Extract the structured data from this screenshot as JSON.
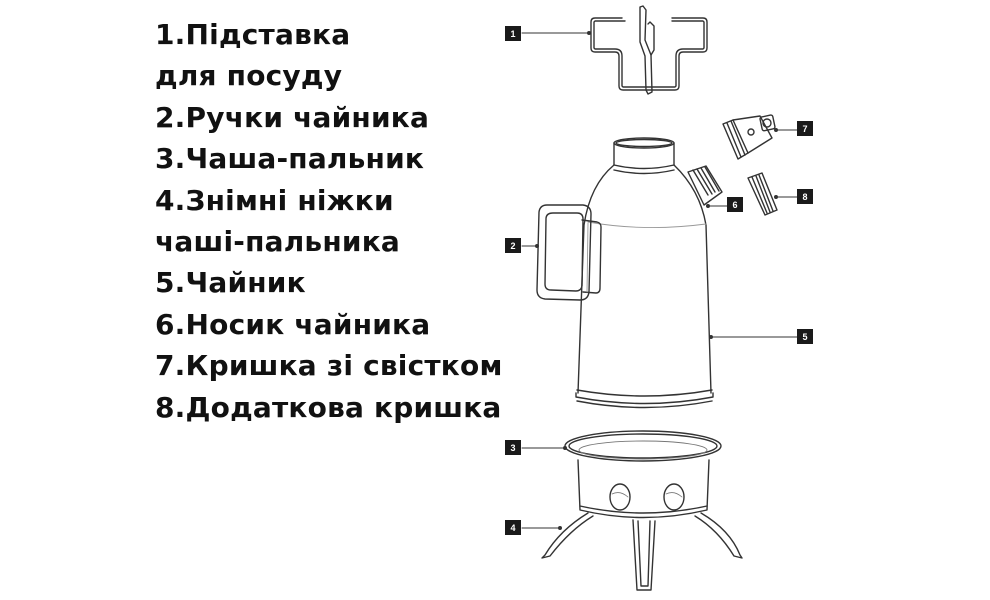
{
  "legend": {
    "items": [
      "1.Підставка",
      "для посуду",
      "2.Ручки чайника",
      "3.Чаша-пальник",
      "4.Знімні ніжки",
      "чаші-пальника",
      "5.Чайник",
      "6.Носик чайника",
      "7.Кришка зі свістком",
      "8.Додаткова кришка"
    ]
  },
  "callouts": [
    {
      "number": "1",
      "part": "Підставка для посуду"
    },
    {
      "number": "2",
      "part": "Ручки чайника"
    },
    {
      "number": "3",
      "part": "Чаша-пальник"
    },
    {
      "number": "4",
      "part": "Знімні ніжки чаші-пальника"
    },
    {
      "number": "5",
      "part": "Чайник"
    },
    {
      "number": "6",
      "part": "Носик чайника"
    },
    {
      "number": "7",
      "part": "Кришка зі свістком"
    },
    {
      "number": "8",
      "part": "Додаткова кришка"
    }
  ],
  "colors": {
    "background": "#ffffff",
    "text": "#111111",
    "badge": "#1a1a1a",
    "line": "#333333"
  }
}
